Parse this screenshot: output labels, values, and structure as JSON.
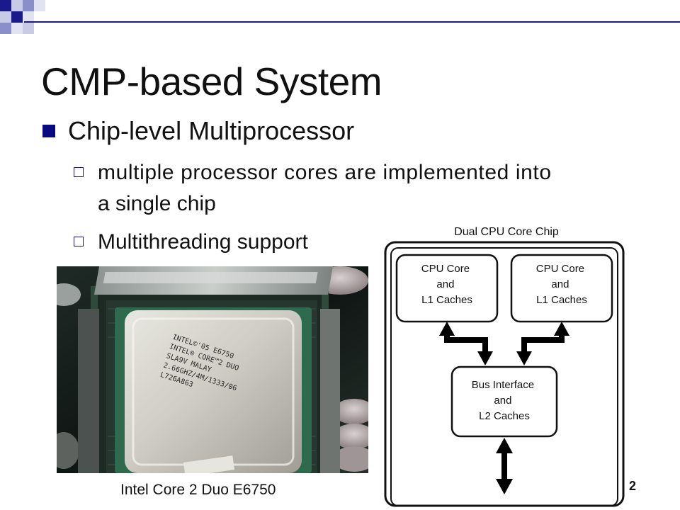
{
  "slide": {
    "title": "CMP-based System",
    "bullet1": "Chip-level Multiprocessor",
    "sub1_line1": "multiple processor cores are implemented into",
    "sub1_line2": "a single chip",
    "sub2": "Multithreading support",
    "caption": "Intel Core 2 Duo E6750",
    "slide_number": "2"
  },
  "diagram": {
    "title": "Dual CPU Core Chip",
    "core_left": [
      "CPU Core",
      "and",
      "L1 Caches"
    ],
    "core_right": [
      "CPU Core",
      "and",
      "L1 Caches"
    ],
    "bus": [
      "Bus Interface",
      "and",
      "L2 Caches"
    ]
  },
  "chip_markings": [
    "INTEL©'05 E6750",
    "INTEL® CORE™2 DUO",
    "SLA9V MALAY",
    "2.66GHZ/4M/1333/06",
    "L726A863"
  ],
  "colors": {
    "accent": "#1a1a8c",
    "deco_light": "#c7cbe6",
    "deco_mid": "#8a8fcc"
  }
}
